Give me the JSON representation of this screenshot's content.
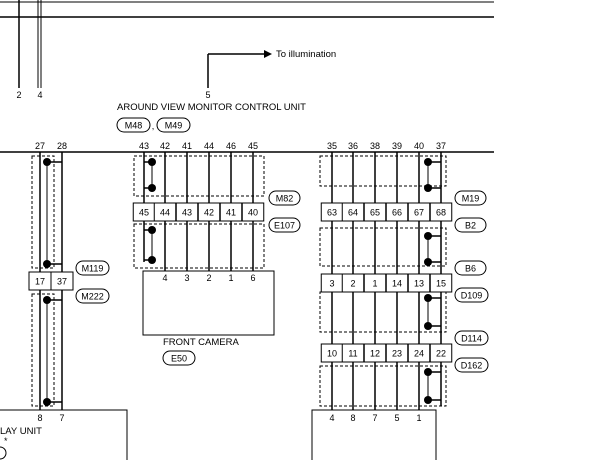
{
  "unit": {
    "title": "AROUND VIEW MONITOR CONTROL UNIT",
    "connectors": [
      "M48",
      "M49"
    ],
    "top_pins": [
      "2",
      "4"
    ],
    "illum_pin": "5",
    "illum_label": "To illumination"
  },
  "group_left": {
    "unit_pins": [
      "27",
      "28"
    ],
    "junction_pins": [
      "17",
      "37"
    ],
    "junction_tags": [
      "M119",
      "M222"
    ],
    "bottom_pins": [
      "8",
      "7"
    ],
    "bottom_label": "LAY UNIT"
  },
  "group_mid": {
    "unit_pins": [
      "43",
      "42",
      "41",
      "44",
      "46",
      "45"
    ],
    "junction_pins": [
      "45",
      "44",
      "43",
      "42",
      "41",
      "40"
    ],
    "junction_tags": [
      "M82",
      "E107"
    ],
    "camera_pins": [
      "4",
      "3",
      "2",
      "1",
      "6"
    ],
    "camera_title": "FRONT CAMERA",
    "camera_tag": "E50"
  },
  "group_right": {
    "unit_pins": [
      "35",
      "36",
      "38",
      "39",
      "40",
      "37"
    ],
    "row1_pins": [
      "63",
      "64",
      "65",
      "66",
      "67",
      "68"
    ],
    "row1_tags": [
      "M19",
      "B2"
    ],
    "row2_pins": [
      "3",
      "2",
      "1",
      "14",
      "13",
      "15"
    ],
    "row2_tags": [
      "B6",
      "D109"
    ],
    "row3_pins": [
      "10",
      "11",
      "12",
      "23",
      "24",
      "22"
    ],
    "row3_tags": [
      "D114",
      "D162"
    ],
    "bottom_pins": [
      "4",
      "8",
      "7",
      "5",
      "1"
    ]
  },
  "colors": {
    "line": "#000000",
    "background": "#ffffff"
  }
}
